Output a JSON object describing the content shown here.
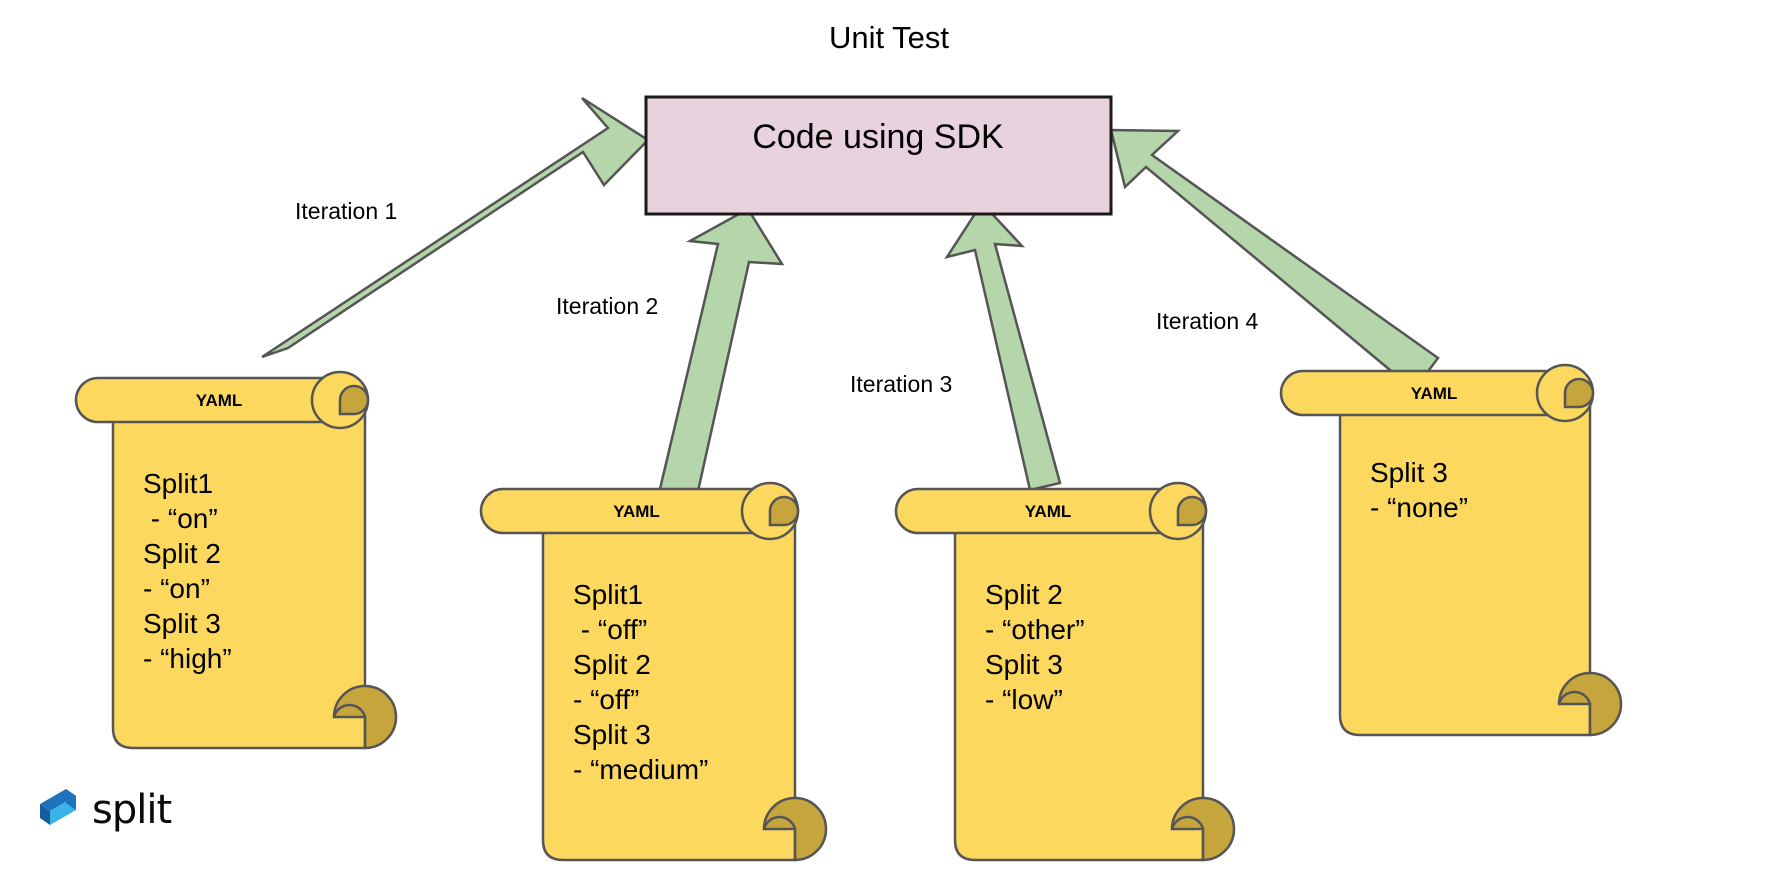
{
  "diagram": {
    "title": "Unit Test",
    "central_box": {
      "label": "Code using SDK",
      "fill_color": "#E8D2DE",
      "border_color": "#1a1a1a"
    },
    "arrow_color": "#B5D5AA",
    "arrow_border_color": "#555555",
    "scroll_color": "#FCD85F",
    "scroll_curl_color": "#C6A53C",
    "scroll_border_color": "#555555",
    "arrows": [
      {
        "label": "Iteration 1"
      },
      {
        "label": "Iteration 2"
      },
      {
        "label": "Iteration 3"
      },
      {
        "label": "Iteration 4"
      }
    ],
    "scrolls": [
      {
        "header": "YAML",
        "lines": [
          "Split1",
          " - “on”",
          "Split 2",
          "- “on”",
          "Split 3",
          "- “high”"
        ]
      },
      {
        "header": "YAML",
        "lines": [
          "Split1",
          " - “off”",
          "Split 2",
          "- “off”",
          "Split 3",
          "- “medium”"
        ]
      },
      {
        "header": "YAML",
        "lines": [
          "Split 2",
          "- “other”",
          "Split 3",
          "- “low”"
        ]
      },
      {
        "header": "YAML",
        "lines": [
          "Split 3",
          "- “none”"
        ]
      }
    ]
  },
  "branding": {
    "logo_word": "split",
    "logo_color_dark": "#1E73BE",
    "logo_color_light": "#39B4E8"
  }
}
